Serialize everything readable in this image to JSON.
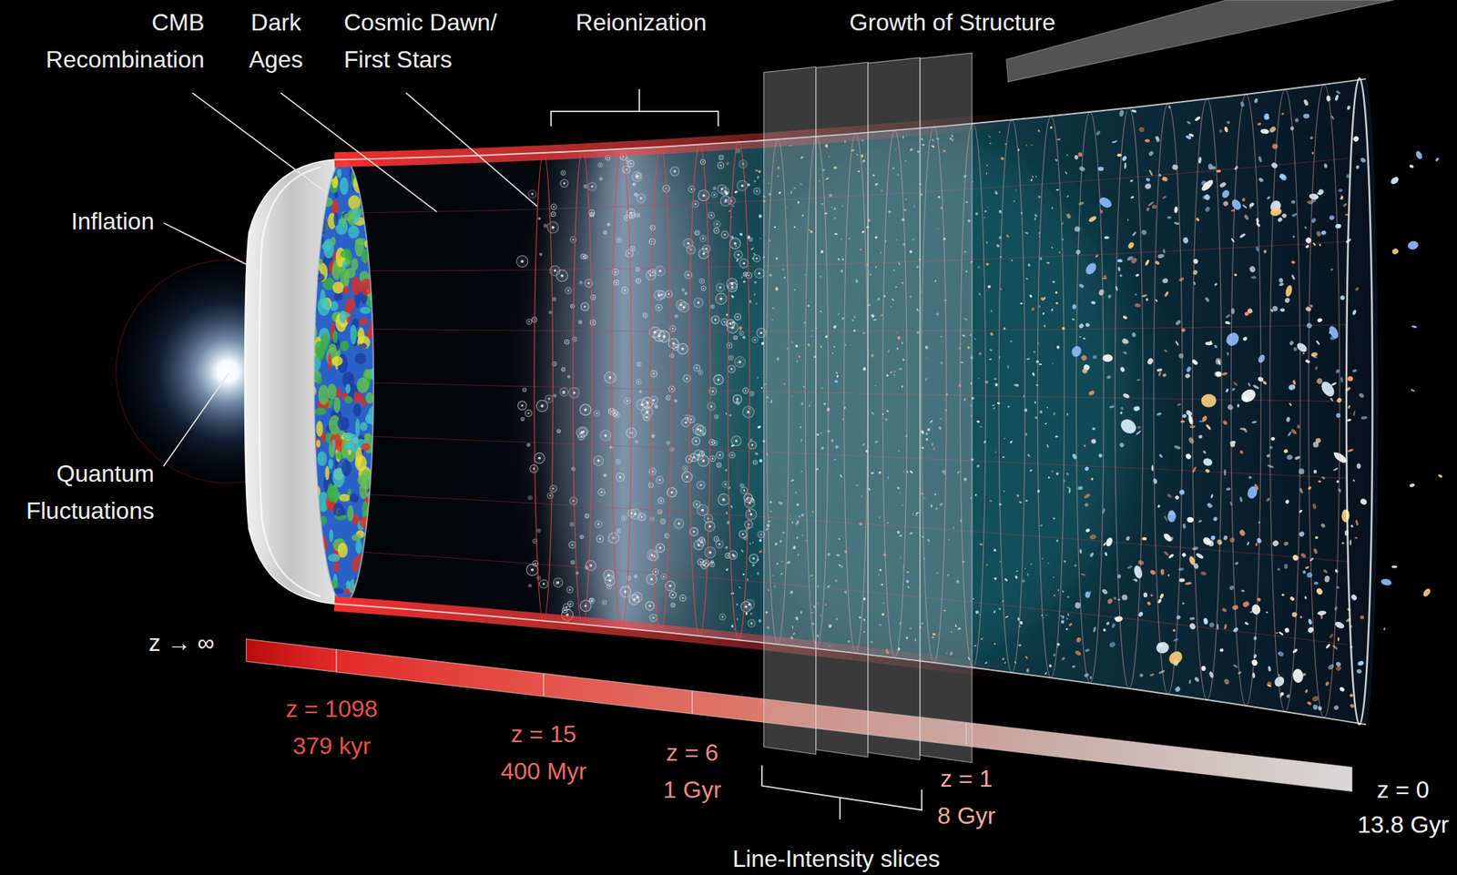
{
  "diagram": {
    "labels": [
      "CMB Recombination",
      "Dark Ages",
      "Cosmic Dawn/ First Stars",
      "Reionization",
      "Growth of Structure",
      "Inflation",
      "Quantum Fluctuations",
      "z → ∞",
      "z = 1098",
      "379 kyr",
      "z = 15",
      "400 Myr",
      "z = 6",
      "1 Gyr",
      "z = 1",
      "8 Gyr",
      "z = 0",
      "13.8 Gyr",
      "Line-Intensity slices"
    ]
  }
}
